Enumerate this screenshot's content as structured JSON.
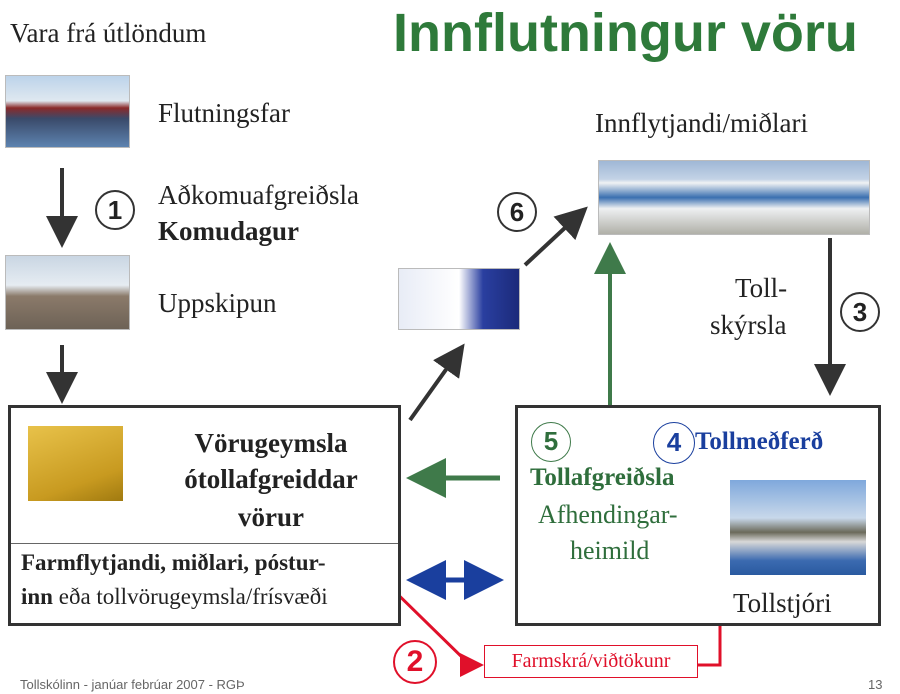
{
  "title": "Innflutningur vöru",
  "origin": "Vara frá útlöndum",
  "steps": {
    "carrier": "Flutningsfar",
    "arrival": "Aðkomuafgreiðsla",
    "arrival_day": "Komudagur",
    "unloading": "Uppskipun",
    "importer": "Innflytjandi/miðlari",
    "declaration_1": "Toll-",
    "declaration_2": "skýrsla"
  },
  "numbers": {
    "n1": "1",
    "n2": "2",
    "n3": "3",
    "n4": "4",
    "n5": "5",
    "n6": "6"
  },
  "warehouse": {
    "line1": "Vörugeymsla",
    "line2": "ótollafgreiddar",
    "line3": "vörur",
    "agents_bold_1": "Farmflytjandi, miðlari, póstur-",
    "agents_bold_2": "inn",
    "agents_rest": " eða tollvörugeymsla/frísvæði"
  },
  "customs": {
    "handling": "Tollmeðferð",
    "clearance": "Tollafgreiðsla",
    "release_1": "Afhendingar-",
    "release_2": "heimild",
    "authority": "Tollstjóri"
  },
  "manifest": "Farmskrá/viðtökunr",
  "footer": {
    "text": "Tollskólinn - janúar febrúar 2007 - RGÞ",
    "page": "13"
  },
  "colors": {
    "green": "#2f6e3c",
    "blue": "#1a3f9e",
    "red": "#e0102a",
    "title": "#2e7a3a"
  }
}
